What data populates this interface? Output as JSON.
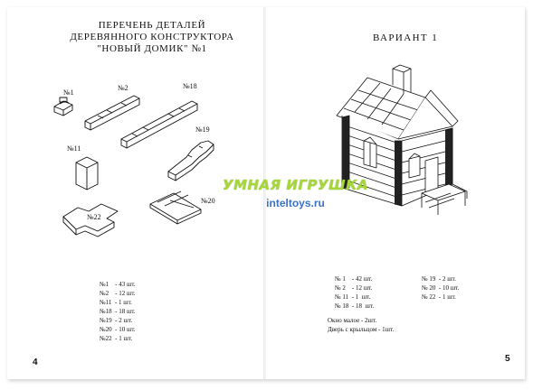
{
  "left_page": {
    "title_lines": [
      "ПЕРЕЧЕНЬ ДЕТАЛЕЙ",
      "ДЕРЕВЯННОГО  КОНСТРУКТОРА",
      "\"НОВЫЙ ДОМИК\" №1"
    ],
    "part_labels": {
      "p1": "№1",
      "p2": "№2",
      "p18": "№18",
      "p19": "№19",
      "p11": "№11",
      "p20": "№20",
      "p22": "№22"
    },
    "parts_list": [
      "№1    - 43 шт.",
      "№2    - 12 шт.",
      "№11  - 1 шт.",
      "№18  - 18 шт.",
      "№19  - 2 шт.",
      "№20  - 10 шт.",
      "№22  - 1 шт."
    ],
    "page_number": "4"
  },
  "right_page": {
    "variant_title": "ВАРИАНТ 1",
    "list_col1": [
      "№ 1    - 42 шт.",
      "№ 2    - 12 шт.",
      "№ 11  - 1  шт.",
      "№ 18  - 18  шт."
    ],
    "list_col2": [
      "№ 19  - 2 шт.",
      "№ 20  - 10 шт.",
      "№ 22  - 1 шт."
    ],
    "notes": [
      "Окно малое - 2шт.",
      "Дверь с крыльцом - 1шт."
    ],
    "page_number": "5"
  },
  "watermark": {
    "brand": "УМНАЯ ИГРУШКА",
    "url": "inteltoys.ru"
  }
}
